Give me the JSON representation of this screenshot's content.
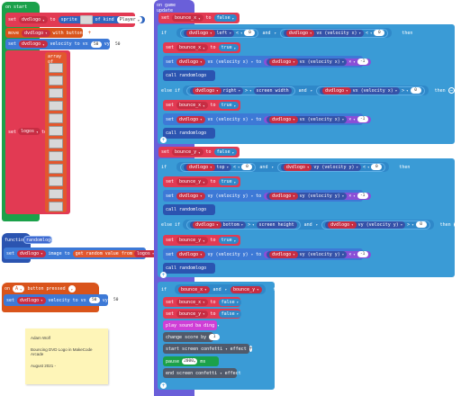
{
  "on_start": {
    "hat": "on start",
    "set_sprite": {
      "set": "set",
      "var": "dvdlogo",
      "to": "to",
      "sprite": "sprite",
      "of_kind": "of kind",
      "kind": "Player"
    },
    "move": {
      "move": "move",
      "var": "dvdlogo",
      "with": "with buttons",
      "toggle_icon": "toggle-icon"
    },
    "set_velocity": {
      "set": "set",
      "var": "dvdlogo",
      "label": "velocity to vx",
      "vx": "50",
      "vy_label": "vy",
      "vy": "50"
    },
    "set_logos": {
      "set": "set",
      "var": "logos",
      "to": "to",
      "array_label": "array of",
      "item_count": 12
    }
  },
  "function_block": {
    "function": "function",
    "name": "randomlogo",
    "set": "set",
    "var": "dvdlogo",
    "image_to": "image to",
    "get_random": "get random value from",
    "array": "logos"
  },
  "on_button": {
    "on": "on",
    "button": "A",
    "event": "button pressed",
    "set": "set",
    "var": "dvdlogo",
    "label": "velocity to vx",
    "vx": "50",
    "vy_label": "vy",
    "vy": "50"
  },
  "note": {
    "line1": "Adam Wolf",
    "line2": "Bouncing DVD Logo in MakeCode Arcade",
    "line3": "August 2021 -"
  },
  "on_update": {
    "hat": "on game update",
    "set_bx_false": {
      "set": "set",
      "var": "bounce_x",
      "to": "to",
      "value": "false"
    },
    "if1": {
      "if": "if",
      "var": "dvdlogo",
      "prop": "left",
      "op": "<",
      "num": "0",
      "and": "and",
      "var2": "dvdlogo",
      "prop2": "vx (velocity x)",
      "op2": "<",
      "num2": "0",
      "then": "then"
    },
    "if1_set": {
      "set": "set",
      "var": "bounce_x",
      "to": "to",
      "value": "true"
    },
    "if1_change": {
      "set": "set",
      "var": "dvdlogo",
      "prop": "vx (velocity x)",
      "to": "to",
      "var2": "dvdlogo",
      "prop2": "vx (velocity x)",
      "op": "×",
      "num": "-1"
    },
    "if1_call": {
      "call": "call",
      "name": "randomlogo"
    },
    "elseif1": {
      "else_if": "else if",
      "var": "dvdlogo",
      "prop": "right",
      "op": ">",
      "screen": "screen width",
      "and": "and",
      "var2": "dvdlogo",
      "prop2": "vx (velocity x)",
      "op2": ">",
      "num2": "0",
      "then": "then"
    },
    "elseif1_set": {
      "set": "set",
      "var": "bounce_x",
      "to": "to",
      "value": "true"
    },
    "elseif1_change": {
      "set": "set",
      "var": "dvdlogo",
      "prop": "vx (velocity x)",
      "to": "to",
      "var2": "dvdlogo",
      "prop2": "vx (velocity x)",
      "op": "×",
      "num": "-1"
    },
    "elseif1_call": {
      "call": "call",
      "name": "randomlogo"
    },
    "set_by_false": {
      "set": "set",
      "var": "bounce_y",
      "to": "to",
      "value": "false"
    },
    "if2": {
      "if": "if",
      "var": "dvdlogo",
      "prop": "top",
      "op": "<",
      "num": "0",
      "and": "and",
      "var2": "dvdlogo",
      "prop2": "vy (velocity y)",
      "op2": "<",
      "num2": "0",
      "then": "then"
    },
    "if2_set": {
      "set": "set",
      "var": "bounce_y",
      "to": "to",
      "value": "true"
    },
    "if2_change": {
      "set": "set",
      "var": "dvdlogo",
      "prop": "vy (velocity y)",
      "to": "to",
      "var2": "dvdlogo",
      "prop2": "vy (velocity y)",
      "op": "×",
      "num": "-1"
    },
    "if2_call": {
      "call": "call",
      "name": "randomlogo"
    },
    "elseif2": {
      "else_if": "else if",
      "var": "dvdlogo",
      "prop": "bottom",
      "op": ">",
      "screen": "screen height",
      "and": "and",
      "var2": "dvdlogo",
      "prop2": "vy (velocity y)",
      "op2": ">",
      "num2": "0",
      "then": "then"
    },
    "elseif2_set": {
      "set": "set",
      "var": "bounce_y",
      "to": "to",
      "value": "true"
    },
    "elseif2_change": {
      "set": "set",
      "var": "dvdlogo",
      "prop": "vy (velocity y)",
      "to": "to",
      "var2": "dvdlogo",
      "prop2": "vy (velocity y)",
      "op": "×",
      "num": "-1"
    },
    "elseif2_call": {
      "call": "call",
      "name": "randomlogo"
    },
    "if3": {
      "if": "if",
      "var": "bounce_x",
      "and": "and",
      "var2": "bounce_y",
      "then": "then"
    },
    "if3_set_x": {
      "set": "set",
      "var": "bounce_x",
      "to": "to",
      "value": "false"
    },
    "if3_set_y": {
      "set": "set",
      "var": "bounce_y",
      "to": "to",
      "value": "false"
    },
    "play_sound": {
      "play": "play sound",
      "sound": "ba ding"
    },
    "change_score": {
      "label": "change score by",
      "num": "1"
    },
    "start_effect": {
      "label": "start screen",
      "effect": "confetti",
      "suffix": "effect"
    },
    "pause": {
      "label": "pause",
      "num": "2000",
      "unit": "ms"
    },
    "end_effect": {
      "label": "end screen",
      "effect": "confetti",
      "suffix": "effect"
    }
  },
  "colors": {
    "events": "#1ba14a",
    "variables": "#e23a53",
    "sprites": "#3d79d6",
    "logic": "#3a9bd6",
    "functions": "#2b54b0",
    "controller": "#d9541b",
    "music": "#cf3fd6",
    "info": "#505a6b",
    "game": "#6a5fd9",
    "arrays": "#e2572d"
  }
}
